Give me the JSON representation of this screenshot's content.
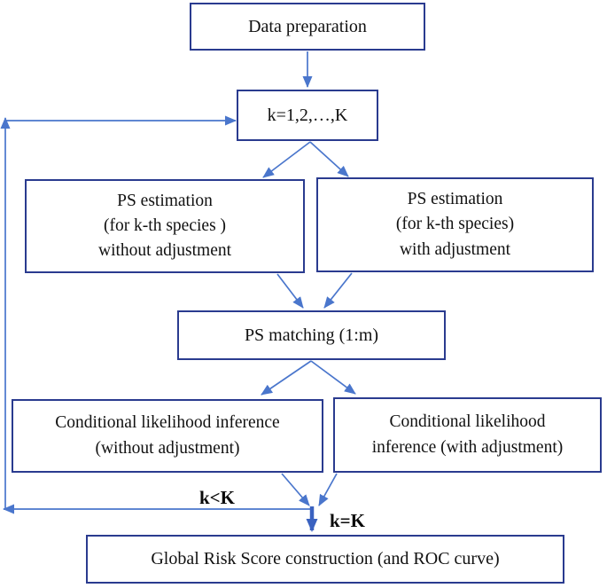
{
  "colors": {
    "box_border": "#2a3b8f",
    "arrow": "#4a76cc",
    "thick_arrow": "#3a62c0",
    "text": "#111111",
    "label": "#0a0a0a",
    "bg": "#ffffff"
  },
  "nodes": {
    "data_preparation": {
      "label": "Data preparation"
    },
    "loop_counter": {
      "label": "k=1,2,…,K"
    },
    "ps_estimation_without": {
      "lines": [
        "PS estimation",
        "(for k-th species )",
        "without adjustment"
      ]
    },
    "ps_estimation_with": {
      "lines": [
        "PS estimation",
        "(for k-th species)",
        "with adjustment"
      ]
    },
    "ps_matching": {
      "label": "PS matching (1:m)"
    },
    "cond_likelihood_without": {
      "lines": [
        "Conditional likelihood inference",
        "(without adjustment)"
      ]
    },
    "cond_likelihood_with": {
      "lines": [
        "Conditional likelihood",
        "inference (with adjustment)"
      ]
    },
    "global_risk_score": {
      "label": "Global Risk Score construction (and ROC curve)"
    }
  },
  "edge_labels": {
    "loop_continue": "k<K",
    "loop_exit": "k=K"
  }
}
